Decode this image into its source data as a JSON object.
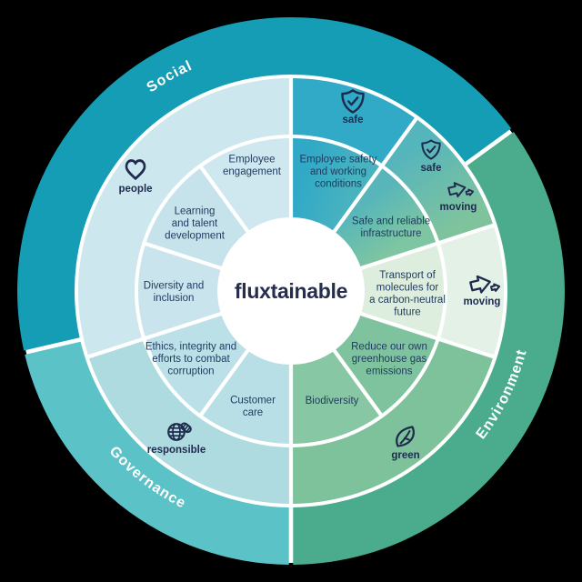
{
  "title": "fluxtainable sustainability wheel",
  "background_color": "#000000",
  "gap_color": "#ffffff",
  "text_color": "#1e3a5f",
  "icon_color": "#1e2b4d",
  "center": {
    "brand": "fluxtainable",
    "brand_color": "#252e4e"
  },
  "outer_ring": {
    "segments": [
      {
        "id": "social",
        "label": "Social",
        "color": "#149db4",
        "label_color": "#ffffff"
      },
      {
        "id": "environment",
        "label": "Environment",
        "color": "#4aac8c",
        "label_color": "#ffffff"
      },
      {
        "id": "governance",
        "label": "Governance",
        "color": "#5bc2c7",
        "label_color": "#ffffff"
      }
    ]
  },
  "middle_ring": {
    "segments": [
      {
        "id": "safe",
        "color": "#31aac8",
        "icons": [
          {
            "icon": "shield-check-icon",
            "label": "safe"
          }
        ]
      },
      {
        "id": "safe-moving",
        "color_from": "#55b5bc",
        "color_to": "#7fc39d",
        "icons": [
          {
            "icon": "shield-check-icon",
            "label": "safe"
          },
          {
            "icon": "moving-arrow-icon",
            "label": "moving"
          }
        ]
      },
      {
        "id": "moving",
        "color": "#e3f1e6",
        "icons": [
          {
            "icon": "moving-arrow-icon",
            "label": "moving"
          }
        ]
      },
      {
        "id": "green",
        "color": "#7ec29b",
        "icons": [
          {
            "icon": "leaf-icon",
            "label": "green"
          }
        ]
      },
      {
        "id": "responsible",
        "color": "#aedbe0",
        "icons": [
          {
            "icon": "globe-hand-icon",
            "label": "responsible"
          }
        ]
      },
      {
        "id": "people",
        "color": "#cde7ee",
        "icons": [
          {
            "icon": "heart-icon",
            "label": "people"
          }
        ]
      }
    ]
  },
  "inner_ring": {
    "segments": [
      {
        "id": "employee-safety",
        "lines": [
          "Employee safety",
          "and working",
          "conditions"
        ],
        "color_from": "#2fa9c7",
        "color_to": "#49b2bf"
      },
      {
        "id": "safe-reliable",
        "lines": [
          "Safe and reliable",
          "infrastructure"
        ],
        "color_from": "#58b6ba",
        "color_to": "#7ec5a1"
      },
      {
        "id": "transport",
        "lines": [
          "Transport of",
          "molecules for",
          "a carbon-neutral",
          "future"
        ],
        "color": "#ddeede"
      },
      {
        "id": "reduce",
        "lines": [
          "Reduce our own",
          "greenhouse gas",
          "emissions"
        ],
        "color": "#7fc39e"
      },
      {
        "id": "biodiversity",
        "lines": [
          "Biodiversity"
        ],
        "color": "#88c7a3"
      },
      {
        "id": "customer-care",
        "lines": [
          "Customer",
          "care"
        ],
        "color": "#b9dfe6"
      },
      {
        "id": "ethics",
        "lines": [
          "Ethics, integrity and",
          "efforts to combat",
          "corruption"
        ],
        "color": "#bce0e7"
      },
      {
        "id": "diversity",
        "lines": [
          "Diversity and",
          "inclusion"
        ],
        "color": "#c9e4ec"
      },
      {
        "id": "learning",
        "lines": [
          "Learning",
          "and talent",
          "development"
        ],
        "color": "#c6e2eb"
      },
      {
        "id": "engagement",
        "lines": [
          "Employee",
          "engagement"
        ],
        "color": "#cfe7ee"
      }
    ]
  }
}
